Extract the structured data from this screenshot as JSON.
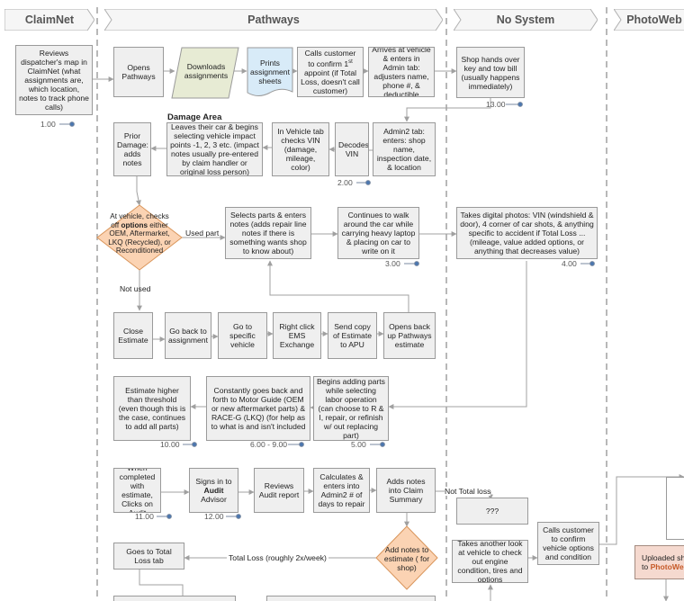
{
  "lanes": [
    {
      "id": "claimnet",
      "label": "ClaimNet"
    },
    {
      "id": "pathways",
      "label": "Pathways"
    },
    {
      "id": "nosystem",
      "label": "No System"
    },
    {
      "id": "photoweb",
      "label": "PhotoWeb"
    }
  ],
  "steps": {
    "reviews_dispatcher": "Reviews dispatcher's map in ClaimNet (what assignments are, which location, notes to track phone calls)",
    "opens_pathways": "Opens Pathways",
    "downloads_assignments": "Downloads assignments",
    "prints_sheets": "Prints assignment sheets",
    "calls_customer": "Calls customer to confirm 1st appoint (if Total Loss, doesn't call customer)",
    "arrives_vehicle": "Arrives at vehicle & enters in Admin tab: adjusters name, phone #, & deductible",
    "shop_hands_over": "Shop hands over key and tow bill (usually happens immediately)",
    "admin2_tab": "Admin2 tab: enters: shop name, inspection date, & location",
    "decodes_vin": "Decodes VIN",
    "vehicle_tab_vin": "In Vehicle tab checks VIN (damage, mileage, color)",
    "leaves_car": "Leaves their car & begins selecting vehicle impact points -1, 2, 3 etc. (impact notes usually pre-entered by claim handler or original loss person)",
    "prior_damage": "Prior Damage: adds notes",
    "checks_options": "At vehicle, checks off options either OEM, Aftermarket, LKQ (Recycled), or Reconditioned",
    "selects_parts": "Selects parts & enters notes (adds repair line notes if there is something wants shop to know about)",
    "continues_walk": "Continues to walk around the car while carrying heavy laptop & placing on car to write on it",
    "takes_photos": "Takes digital photos: VIN (windshield & door), 4 corner of car shots, & anything specific to accident if Total Loss ... (mileage, value added options, or anything that decreases value)",
    "close_estimate": "Close Estimate",
    "go_back_assignment": "Go back to assignment",
    "go_to_vehicle": "Go to specific vehicle",
    "right_click_ems": "Right click EMS Exchange",
    "send_copy": "Send copy of Estimate to APU",
    "opens_back_up": "Opens back up Pathways estimate",
    "estimate_higher": "Estimate higher than threshold (even though this is the case, continues to add all parts)",
    "motor_guide": "Constantly goes back and forth to Motor Guide (OEM or new aftermarket parts) & RACE-G (LKQ) (for help as to what is and isn't included",
    "adding_parts": "Begins adding parts while selecting labor operation (can choose to R & I, repair, or refinish w/ out replacing part)",
    "clicks_audit": "When completed with estimate, Clicks on Audit",
    "signs_audit": "Signs in to Audit Advisor",
    "reviews_audit": "Reviews Audit report",
    "calculates_days": "Calculates & enters into Admin2 # of days to repair",
    "adds_notes_summary": "Adds notes into Claim Summary",
    "unknown_step": "???",
    "add_notes_shop": "Add notes to estimate ( for shop)",
    "goes_total_loss": "Goes to Total Loss tab",
    "takes_another_look": "Takes another look at vehicle to check out engine condition, tires and options",
    "calls_confirm_options": "Calls customer to confirm vehicle options and condition",
    "uploaded_photoweb": "Uploaded she to PhotoWeb"
  },
  "section_titles": {
    "damage_area": "Damage Area"
  },
  "edge_labels": {
    "used_part": "Used part",
    "not_used": "Not used",
    "not_total_loss": "Not Total loss",
    "total_loss": "Total Loss (roughly 2x/week)"
  },
  "step_numbers": {
    "n100": "1.00",
    "n200": "2.00",
    "n300": "3.00",
    "n400": "4.00",
    "n500": "5.00",
    "n600": "6.00 - 9.00",
    "n1000": "10.00",
    "n1100": "11.00",
    "n1200": "12.00",
    "n1300": "13.00"
  },
  "colors": {
    "box_fill": "#efefef",
    "box_border": "#9a9a9a",
    "decision_fill": "#fbd3b3",
    "decision_border": "#d9955b",
    "document_fill": "#d8ebf8",
    "data_fill": "#e7ebd4",
    "connector": "#a0a0a0",
    "marker": "#4a76b0",
    "photoweb_fill": "#f5d9cf",
    "photoweb_accent": "#c65a28"
  }
}
